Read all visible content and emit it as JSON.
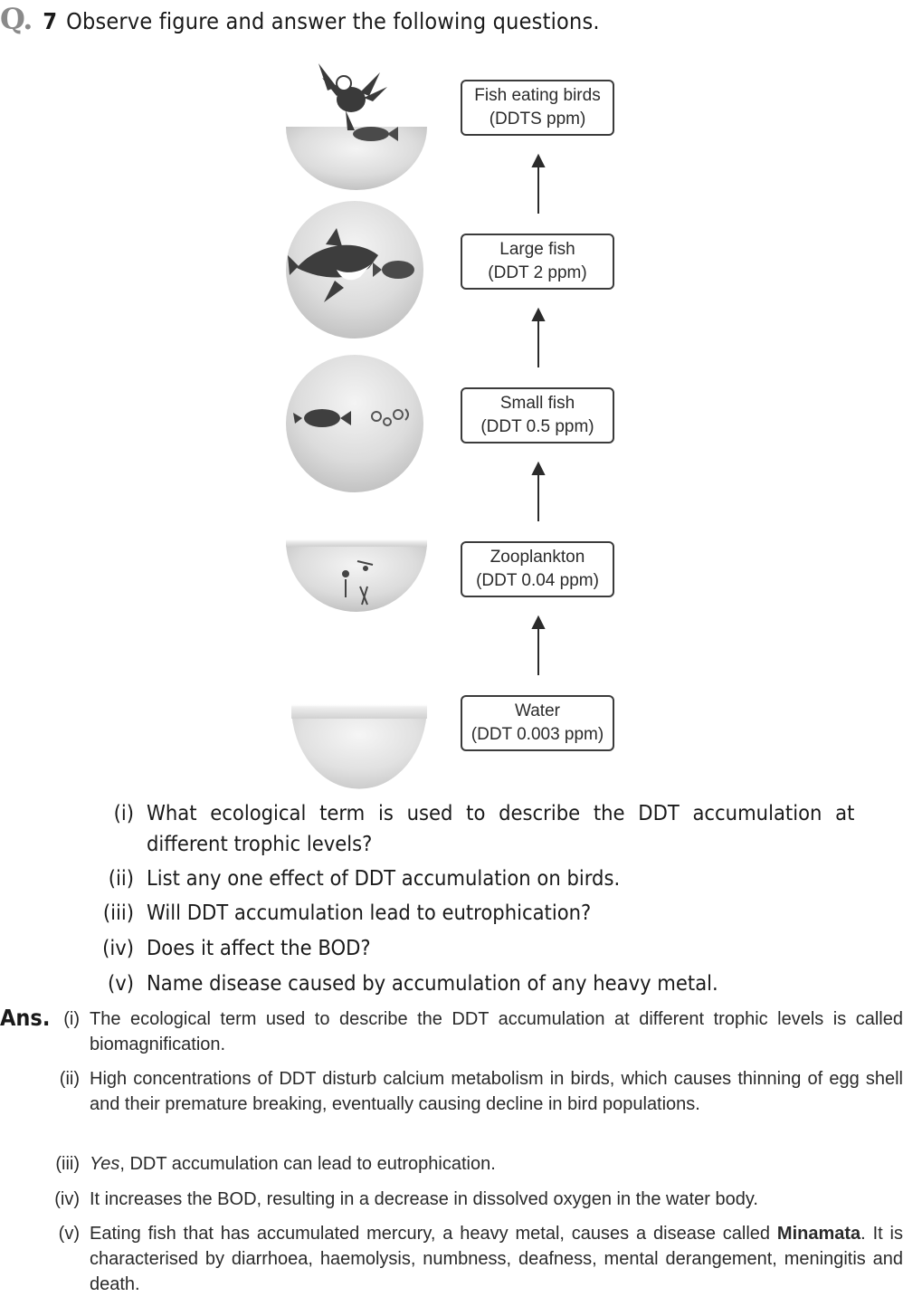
{
  "question": {
    "mark": "Q.",
    "number": "7",
    "instruction": "Observe figure and answer the following questions."
  },
  "figure": {
    "levels": [
      {
        "name": "Fish eating birds",
        "value": "(DDTS ppm)"
      },
      {
        "name": "Large fish",
        "value": "(DDT 2 ppm)"
      },
      {
        "name": "Small fish",
        "value": "(DDT 0.5 ppm)"
      },
      {
        "name": "Zooplankton",
        "value": "(DDT 0.04 ppm)"
      },
      {
        "name": "Water",
        "value": "(DDT 0.003 ppm)"
      }
    ]
  },
  "sub_questions": [
    {
      "num": "(i)",
      "lines": [
        "What ecological term is used to describe the DDT accumulation at",
        "different trophic levels?"
      ]
    },
    {
      "num": "(ii)",
      "lines": [
        "List any one effect of DDT accumulation on birds."
      ]
    },
    {
      "num": "(iii)",
      "lines": [
        "Will DDT accumulation lead to eutrophication?"
      ]
    },
    {
      "num": "(iv)",
      "lines": [
        "Does it affect the BOD?"
      ]
    },
    {
      "num": "(v)",
      "lines": [
        "Name disease caused by accumulation of any heavy metal."
      ]
    }
  ],
  "answers": {
    "label": "Ans.",
    "items": [
      {
        "num": "(i)",
        "text": "The ecological term used to describe the DDT accumulation at different trophic levels is called biomagnification."
      },
      {
        "num": "(ii)",
        "text": "High concentrations of DDT disturb calcium metabolism in birds, which causes thinning of egg shell and their premature breaking, eventually causing decline in bird populations."
      },
      {
        "num": "(iii)",
        "lead": "Yes",
        "text": ", DDT accumulation can lead to eutrophication."
      },
      {
        "num": "(iv)",
        "text": "It increases the BOD, resulting in a decrease in dissolved oxygen in the water body."
      },
      {
        "num": "(v)",
        "text_a": "Eating fish that has accumulated mercury, a heavy metal, causes a disease called ",
        "bold": "Minamata",
        "text_b": ". It is characterised by diarrhoea, haemolysis, numbness, deafness, mental derangement, meningitis and death."
      }
    ]
  }
}
